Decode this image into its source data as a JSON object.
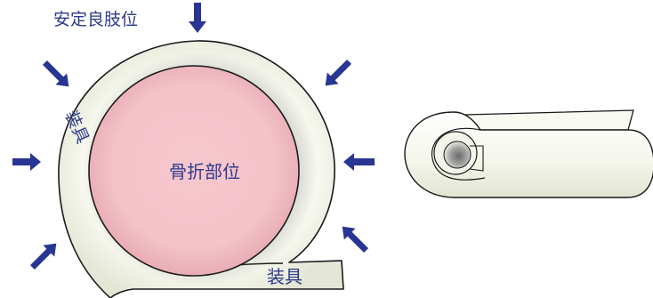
{
  "labels": {
    "title_position": "安定良肢位",
    "fracture_site": "骨折部位",
    "brace_left": "装具",
    "brace_bottom": "装具"
  },
  "colors": {
    "arrow": "#283593",
    "label_text": "#2b3a8c",
    "outline": "#1a1a1a",
    "brace_fill": "#f7f8ef",
    "fracture_fill": "#f6c9d0",
    "shadow": "#6e6e6e"
  }
}
